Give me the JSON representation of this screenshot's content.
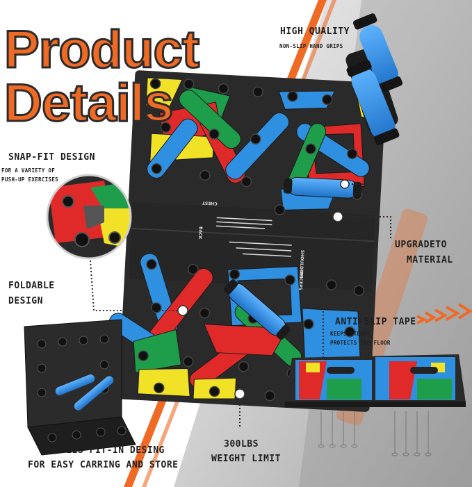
{
  "title": {
    "line1": "Product",
    "line2": "Details"
  },
  "features": {
    "high_quality": {
      "heading": "HIGH QUALITY",
      "sub": "NON-SLIP HAND GRIPS"
    },
    "snap_fit": {
      "heading": "SNAP-FIT DESIGN",
      "sub1": "FOR A VARIETY OF",
      "sub2": "PUSH-UP EXERCISES"
    },
    "foldable": {
      "line1": "FOLDABLE",
      "line2": "DESIGN"
    },
    "upgraded": {
      "line1": "UPGRADETO",
      "line2": "MATERIAL"
    },
    "anti_slip": {
      "heading": "ANTI-SLIP TAPE",
      "sub1": "KEEPS STEADY",
      "sub2": "PROTECTS THE FLOOR"
    },
    "handles": {
      "line1": "HANDLES FIT-IN DESING",
      "line2": "FOR EASY CARRING AND STORE"
    },
    "weight": {
      "line1": "300LBS",
      "line2": "WEIGHT LIMIT"
    }
  },
  "board_labels": {
    "chest": "CHEST",
    "back": "BACK",
    "shoulders": "SHOULDERS",
    "triceps": "TRICEPS"
  },
  "colors": {
    "accent": "#ef6a25",
    "board": "#2a2a2a",
    "red": "#e02a2a",
    "blue": "#2f8fe0",
    "green": "#1e9e4a",
    "yellow": "#f2e227"
  }
}
